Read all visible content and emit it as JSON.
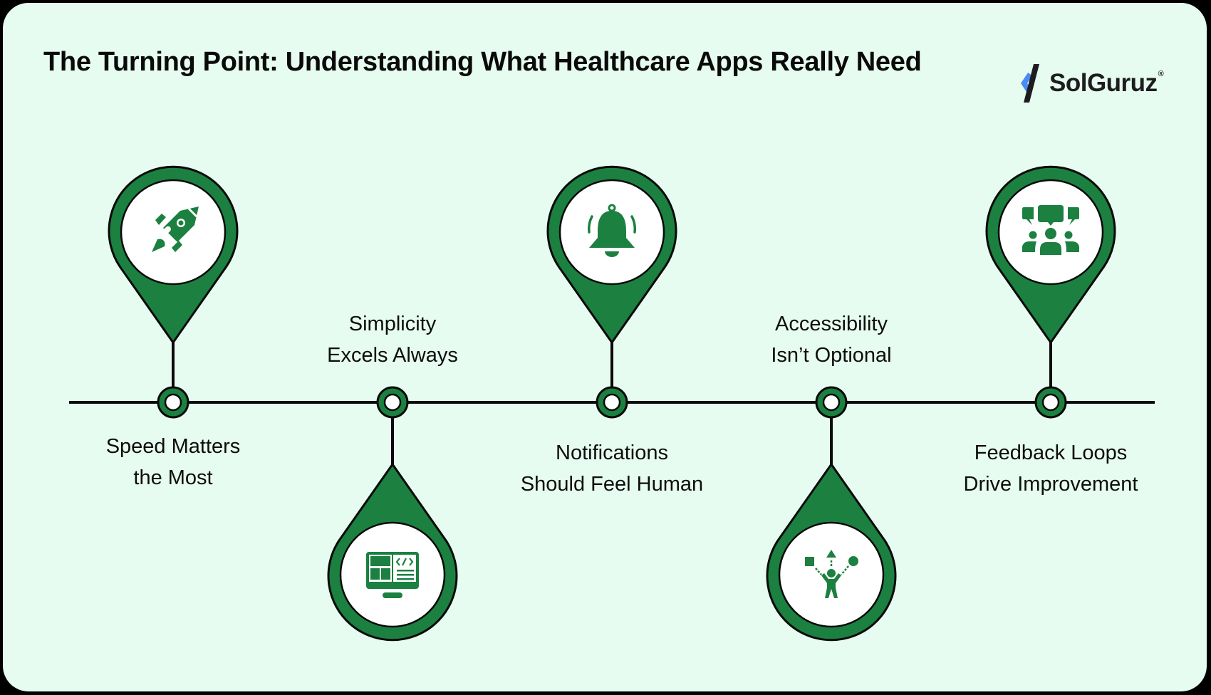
{
  "header": {
    "title": "The Turning Point: Understanding What Healthcare Apps Really Need"
  },
  "logo": {
    "name": "SolGuruz",
    "registered_mark": "®",
    "icon": "solguruz-logo-icon",
    "colors": {
      "blue": "#4a8af4",
      "dark": "#1d1d1f"
    }
  },
  "colors": {
    "background": "#e7fcf0",
    "pin_green": "#1b8040",
    "outline": "#0a0a0a",
    "icon_fill": "#ffffff"
  },
  "timeline": {
    "items": [
      {
        "id": "speed",
        "label_line1": "Speed Matters",
        "label_line2": "the Most",
        "icon": "rocket-icon",
        "pin_position": "above"
      },
      {
        "id": "simplicity",
        "label_line1": "Simplicity",
        "label_line2": "Excels Always",
        "icon": "monitor-code-icon",
        "pin_position": "below"
      },
      {
        "id": "notifications",
        "label_line1": "Notifications",
        "label_line2": "Should Feel Human",
        "icon": "bell-icon",
        "pin_position": "above"
      },
      {
        "id": "accessibility",
        "label_line1": "Accessibility",
        "label_line2": "Isn’t Optional",
        "icon": "accessibility-icon",
        "pin_position": "below"
      },
      {
        "id": "feedback",
        "label_line1": "Feedback Loops",
        "label_line2": "Drive Improvement",
        "icon": "feedback-group-icon",
        "pin_position": "above"
      }
    ]
  }
}
